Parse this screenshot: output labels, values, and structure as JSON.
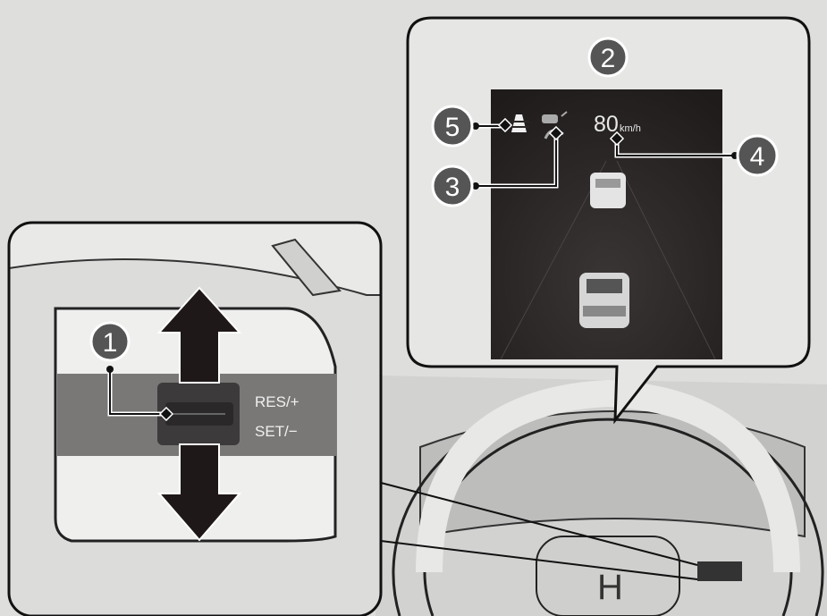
{
  "callouts": [
    "1",
    "2",
    "3",
    "4",
    "5"
  ],
  "switch": {
    "res_label": "RES/+",
    "set_label": "SET/−"
  },
  "display": {
    "speed_value": "80",
    "speed_unit": "km/h"
  },
  "icons": [
    "lane-keeping-icon",
    "adaptive-cruise-icon",
    "lead-vehicle-icon",
    "own-vehicle-icon",
    "up-arrow-icon",
    "down-arrow-icon"
  ],
  "colors": {
    "background": "#dededd",
    "display": "#2a2626",
    "callout": "#555555",
    "outline": "#111111"
  }
}
